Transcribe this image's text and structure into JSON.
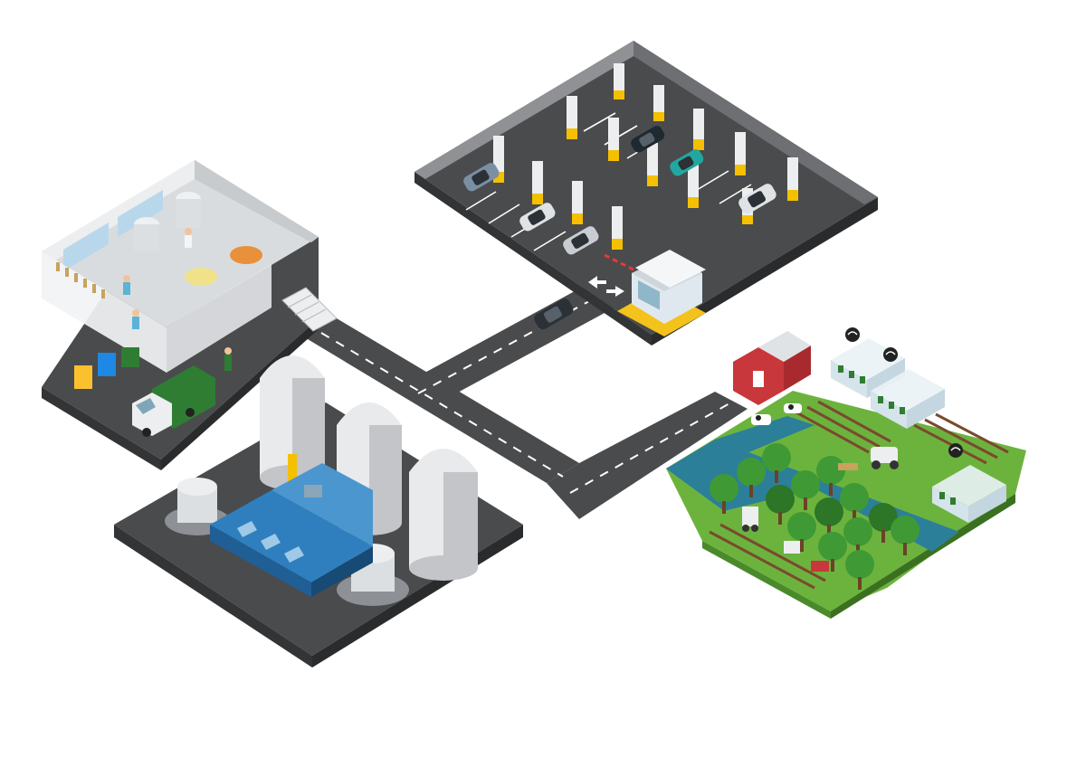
{
  "scene": {
    "colors": {
      "background": "#ffffff",
      "asphalt": "#4a4b4d",
      "asphalt_dark": "#333436",
      "curb": "#9a9b9d",
      "lane_mark": "#ffffff",
      "wall_light": "#e4e6e8",
      "wall_dark": "#b7babd",
      "grass": "#6cb33e",
      "grass_dark": "#4a8a2a",
      "soil": "#7a4a2e",
      "water": "#2c7f98",
      "water_edge": "#1f5f74",
      "silo": "#e9eaec",
      "silo_shade": "#c3c5c8",
      "factory_blue": "#2f7fbf",
      "factory_blue_dark": "#1f5f95",
      "tree": "#3f9a35",
      "tree_dark": "#2d7527",
      "barn_red": "#c8373b",
      "booth_yellow": "#f3c21b",
      "pillar_stripe": "#f4c000",
      "truck_green": "#2e7d32",
      "bin_blue": "#1e88e5",
      "bin_yellow": "#fbc02d",
      "car_colors": [
        "#7b8fa3",
        "#1f2a30",
        "#22a7a0",
        "#dfe3e6",
        "#c9ccd0",
        "#dfe3e6",
        "#2b3136"
      ]
    },
    "zones": [
      {
        "id": "food-processing-plant",
        "icon": "factory-interior-icon"
      },
      {
        "id": "parking-garage",
        "icon": "parking-icon"
      },
      {
        "id": "industrial-silos",
        "icon": "silo-icon"
      },
      {
        "id": "smart-farm",
        "icon": "farm-icon"
      }
    ]
  }
}
